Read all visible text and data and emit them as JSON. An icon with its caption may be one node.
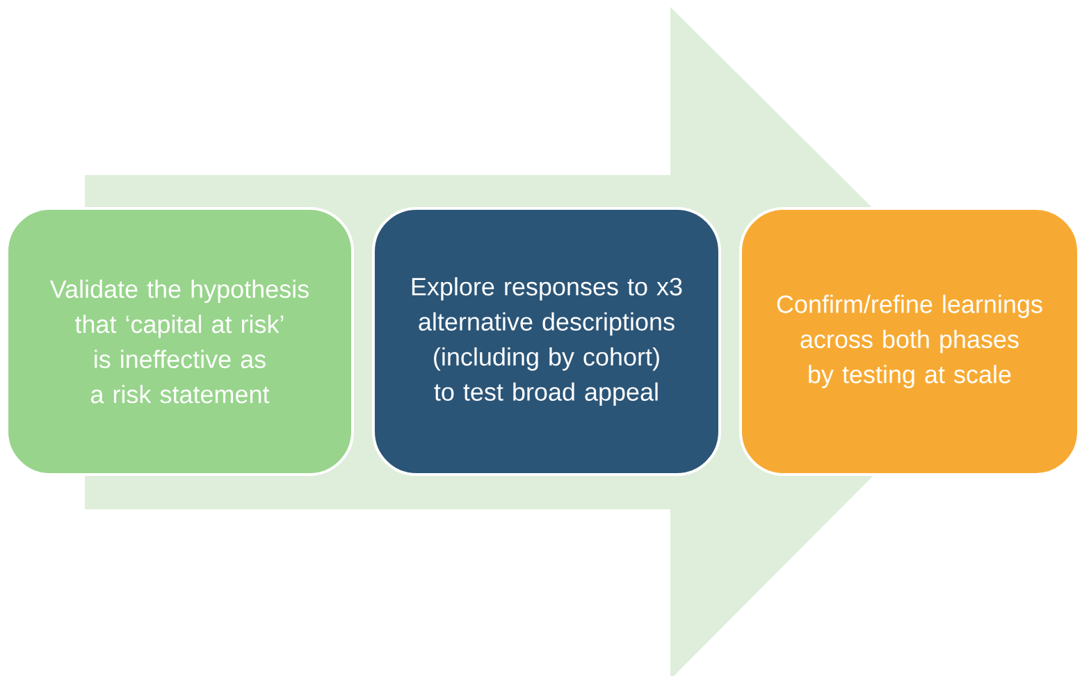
{
  "diagram": {
    "nodes": [
      {
        "text": [
          "Validate the hypothesis that ‘capital at risk’ is ineffective as a risk statement"
        ]
      },
      {
        "text": [
          "Explore responses to x3 alternative descriptions (including by cohort) to test broad appeal"
        ]
      },
      {
        "text": [
          "Confirm/refine learnings across both phases by testing at scale"
        ]
      }
    ],
    "edges": [
      {
        "from": 0,
        "to": 2,
        "arrow": "to"
      }
    ]
  }
}
